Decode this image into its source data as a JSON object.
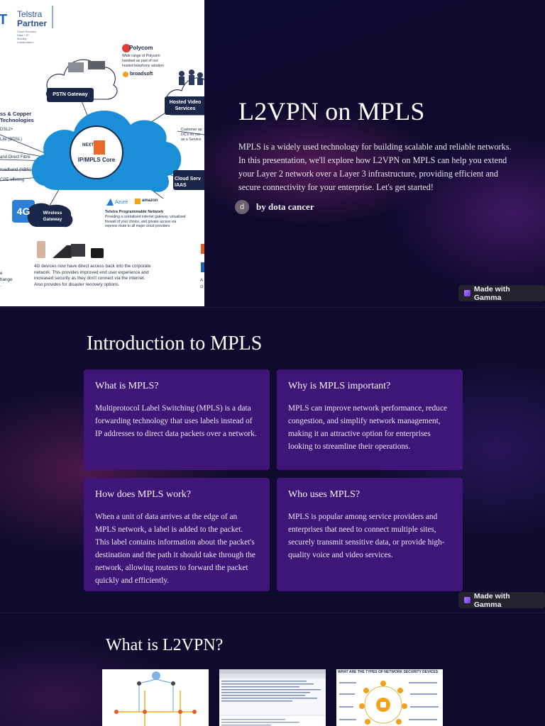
{
  "hero": {
    "title": "L2VPN on MPLS",
    "description": "MPLS is a widely used technology for building scalable and reliable networks. In this presentation, we'll explore how L2VPN on MPLS can help you extend your Layer 2 network over a Layer 3 infrastructure, providing efficient and secure connectivity for your enterprise. Let's get started!",
    "author_initial": "d",
    "author": "by dota cancer"
  },
  "hero_diagram": {
    "brand": "Telstra",
    "brand_sub": "Partner",
    "brand_tag": "Cloud Services\nData + IP\nMobility\nCollaboration",
    "polycom": "Polycom",
    "polycom_desc": "Wide range of Polycom\nhandset as part of our\nhosted telephony solution",
    "broadsoft": "broadsoft",
    "pstn": "PSTN Gateway",
    "hosted_video": "Hosted Video\nServices",
    "copper": "ss & Copper\nTechnologies",
    "list": [
      "DSL2+",
      "Lite (BDSL)",
      "and Direct Fibre",
      "roadband (NBN)",
      "CPE offering"
    ],
    "core": "IP/MPLS Core",
    "next": "NEXT",
    "customer": "Customer ap\nDC's on our\nas a Service",
    "cloud_serv": "Cloud Serv\nIAAS",
    "fourg": "4G",
    "wireless": "Wireless\nGateway",
    "azure": "Azure",
    "amazon": "amazon",
    "prog_title": "Telstra Programmable Network",
    "prog_desc": "Providing a centralised internet gateway, virtualised\nfirewall of your choice, and private access via\nexpress route to all major cloud providers",
    "devices_desc": "4G devices now have direct access back into the corporate\nnetwork. This provides improved end user experience and\nincreased security as they don't connect via the internet.\nAlso provides for disaster recovery options.",
    "left_cut": "e\nhange\n.",
    "right_cut": "A\ncl"
  },
  "intro": {
    "title": "Introduction to MPLS",
    "cards": [
      {
        "title": "What is MPLS?",
        "body": "Multiprotocol Label Switching (MPLS) is a data forwarding technology that uses labels instead of IP addresses to direct data packets over a network."
      },
      {
        "title": "Why is MPLS important?",
        "body": "MPLS can improve network performance, reduce congestion, and simplify network management, making it an attractive option for enterprises looking to streamline their operations."
      },
      {
        "title": "How does MPLS work?",
        "body": "When a unit of data arrives at the edge of an MPLS network, a label is added to the packet. This label contains information about the packet's destination and the path it should take through the network, allowing routers to forward the packet quickly and efficiently."
      },
      {
        "title": "Who uses MPLS?",
        "body": "MPLS is popular among service providers and enterprises that need to connect multiple sites, securely transmit sensitive data, or provide high-quality voice and video services."
      }
    ]
  },
  "l2vpn": {
    "title": "What is L2VPN?",
    "thumb3_title": "WHAT ARE THE TYPES OF NETWORK SECURITY DEVICES"
  },
  "badge": {
    "label": "Made with Gamma"
  },
  "colors": {
    "background": "#0e0b2e",
    "card": "#3f1578",
    "telstra_blue": "#1a8fd8",
    "badge": "#24222e"
  }
}
